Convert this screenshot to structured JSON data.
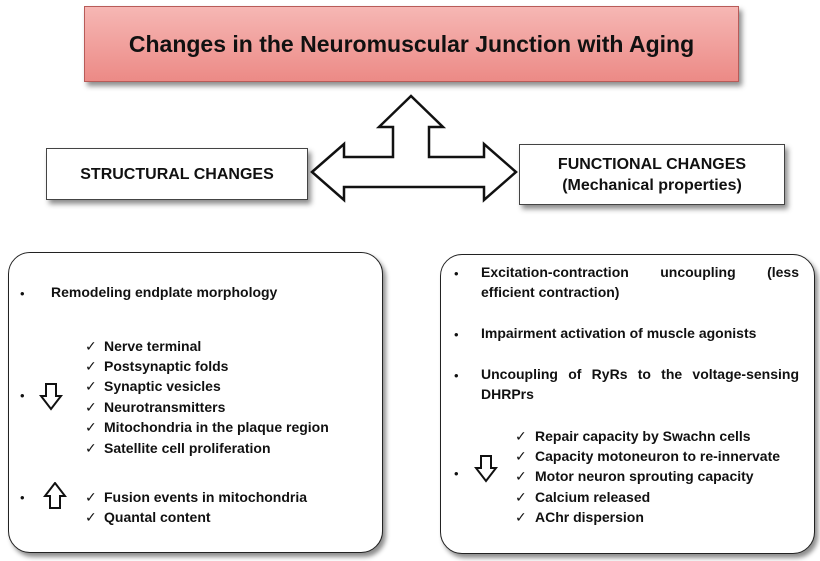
{
  "title": "Changes in the Neuromuscular Junction with Aging",
  "structural": {
    "heading": "STRUCTURAL CHANGES",
    "main_bullet": "Remodeling endplate morphology",
    "decreased": [
      "Nerve terminal",
      "Postsynaptic folds",
      "Synaptic vesicles",
      "Neurotransmitters",
      "Mitochondria in the plaque region",
      "Satellite cell proliferation"
    ],
    "increased": [
      "Fusion events in mitochondria",
      "Quantal content"
    ]
  },
  "functional": {
    "heading_line1": "FUNCTIONAL CHANGES",
    "heading_line2": "(Mechanical properties)",
    "bullets": [
      {
        "line1": "Excitation-contraction uncoupling (less",
        "line2": "efficient contraction)"
      },
      {
        "line1": "Impairment activation of muscle agonists"
      },
      {
        "line1": "Uncoupling of RyRs to the voltage-sensing",
        "line2": "DHRPrs"
      }
    ],
    "decreased": [
      "Repair capacity by Swachn cells",
      "Capacity motoneuron to re-innervate",
      "Motor neuron sprouting capacity",
      "Calcium released",
      "AChr dispersion"
    ]
  },
  "symbols": {
    "bullet": "•",
    "check": "✓",
    "down_arrow_icon": "outline-down-arrow",
    "up_arrow_icon": "outline-up-arrow",
    "connector_icon": "three-way-outline-arrow"
  },
  "colors": {
    "title_fill": "#f0a19e",
    "title_border": "#b85b58"
  }
}
